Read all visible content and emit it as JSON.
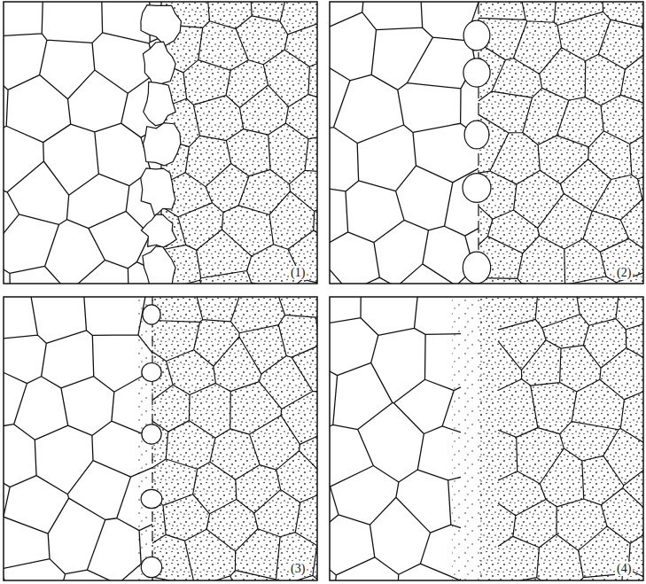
{
  "diagram": {
    "labels": [
      "(1)",
      "(2)",
      "(3)",
      "(4)"
    ]
  }
}
